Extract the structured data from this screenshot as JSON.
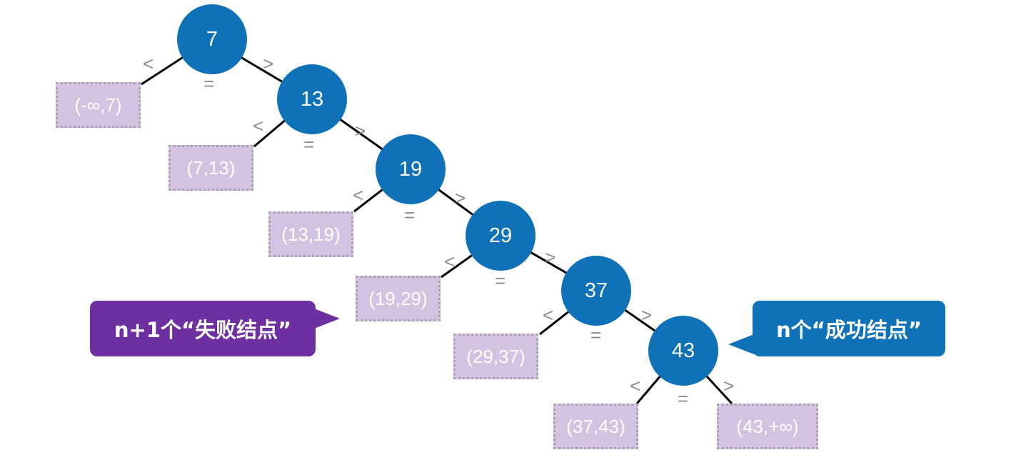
{
  "nodes": [
    "7",
    "13",
    "19",
    "29",
    "37",
    "43"
  ],
  "failure_nodes": [
    "(-∞,7)",
    "(7,13)",
    "(13,19)",
    "(19,29)",
    "(29,37)",
    "(37,43)",
    "(43,+∞)"
  ],
  "comparisons": {
    "less": "<",
    "equal": "=",
    "greater": ">"
  },
  "callouts": {
    "failure": "n+1个“失败结点”",
    "success": "n个“成功结点”"
  },
  "colors": {
    "node": "#0f72b8",
    "failure_box": "#d3c2e1",
    "failure_callout": "#6e2fa0",
    "success_callout": "#0f72b8"
  }
}
